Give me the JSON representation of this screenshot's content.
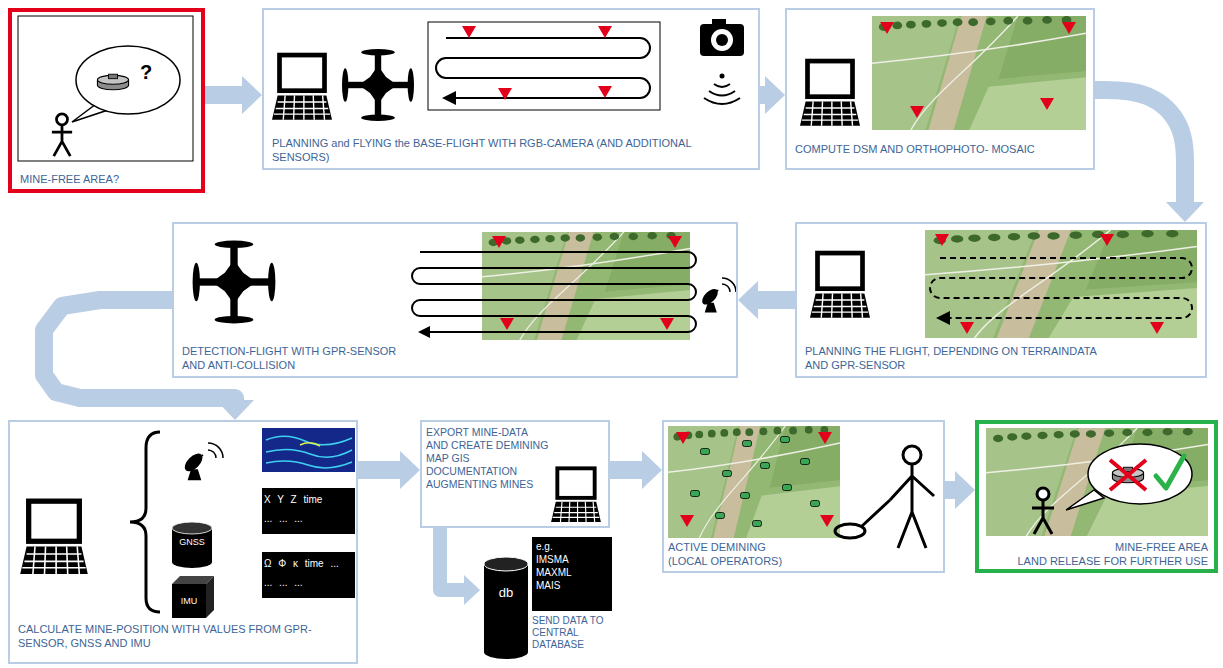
{
  "diagram": {
    "nodes": [
      {
        "text": [
          "MINE-FREE AREA?"
        ]
      },
      {
        "text": [
          "PLANNING and FLYING the BASE-FLIGHT WITH RGB-CAMERA (AND ADDITIONAL SENSORS)"
        ]
      },
      {
        "text": [
          "COMPUTE DSM AND ORTHOPHOTO- MOSAIC"
        ]
      },
      {
        "text": [
          "DETECTION-FLIGHT WITH GPR-SENSOR AND ANTI-COLLISION"
        ]
      },
      {
        "text": [
          "PLANNING THE FLIGHT, DEPENDING ON TERRAINDATA AND GPR-SENSOR"
        ]
      },
      {
        "text": [
          "CALCULATE MINE-POSITION WITH VALUES FROM GPR-SENSOR, GNSS AND IMU"
        ]
      },
      {
        "text": [
          "EXPORT MINE-DATA AND CREATE DEMINING MAP GIS DOCUMENTATION AUGMENTING MINES"
        ]
      },
      {
        "text": [
          "ACTIVE DEMINING (LOCAL OPERATORS)"
        ]
      },
      {
        "text": [
          "MINE-FREE AREA",
          "LAND RELEASE FOR FURTHER USE"
        ]
      },
      {
        "text": [
          "db",
          "e.g. IMSMA MAXML MAIS",
          "SEND DATA TO CENTRAL DATABASE"
        ]
      }
    ],
    "edges": [
      {
        "from": 0,
        "to": 1,
        "arrow": "to"
      },
      {
        "from": 1,
        "to": 2,
        "arrow": "to"
      },
      {
        "from": 2,
        "to": 4,
        "arrow": "to"
      },
      {
        "from": 4,
        "to": 3,
        "arrow": "to"
      },
      {
        "from": 3,
        "to": 5,
        "arrow": "to"
      },
      {
        "from": 5,
        "to": 6,
        "arrow": "to"
      },
      {
        "from": 6,
        "to": 7,
        "arrow": "to"
      },
      {
        "from": 7,
        "to": 8,
        "arrow": "to"
      },
      {
        "from": 6,
        "to": 9,
        "arrow": "to"
      }
    ],
    "labels": [
      "?",
      "GNSS",
      "X Y Z time",
      "... ... ...",
      "IMU",
      "Ω Φ κ time ...",
      "... ... ..."
    ]
  }
}
